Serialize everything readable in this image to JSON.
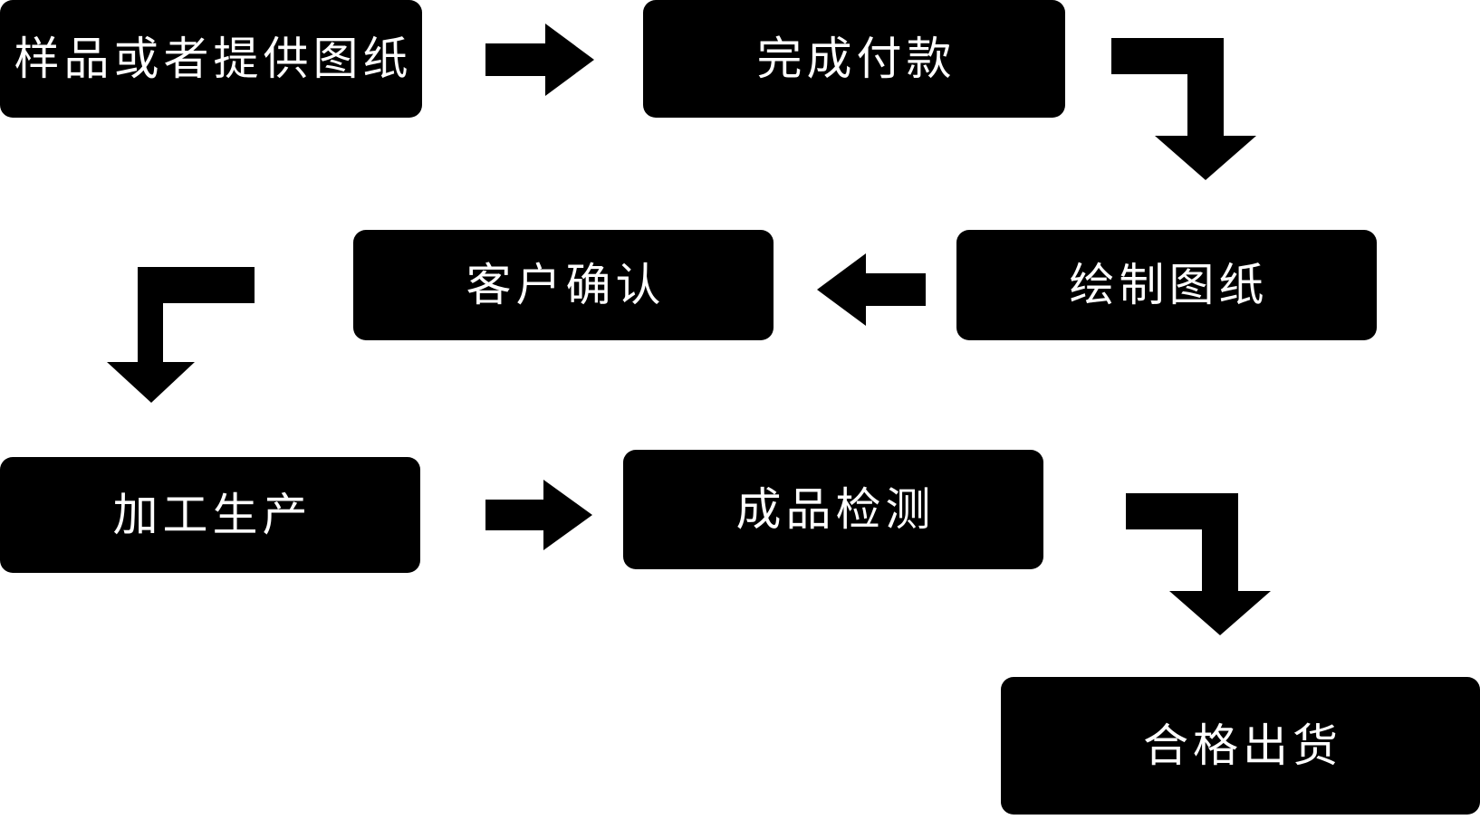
{
  "diagram": {
    "type": "flowchart",
    "title": "",
    "direction": "serpentine",
    "colors": {
      "node_background": "#000000",
      "node_text": "#ffffff",
      "arrow": "#000000",
      "canvas_background": "#ffffff"
    },
    "nodes": [
      {
        "id": "n1",
        "label": "样品或者提供图纸",
        "step": 1
      },
      {
        "id": "n2",
        "label": "完成付款",
        "step": 2
      },
      {
        "id": "n3",
        "label": "绘制图纸",
        "step": 3
      },
      {
        "id": "n4",
        "label": "客户确认",
        "step": 4
      },
      {
        "id": "n5",
        "label": "加工生产",
        "step": 5
      },
      {
        "id": "n6",
        "label": "成品检测",
        "step": 6
      },
      {
        "id": "n7",
        "label": "合格出货",
        "step": 7
      }
    ],
    "connectors": [
      {
        "id": "c1",
        "from": "n1",
        "to": "n2",
        "shape": "arrow-right"
      },
      {
        "id": "c2",
        "from": "n2",
        "to": "n3",
        "shape": "elbow-right-down"
      },
      {
        "id": "c3",
        "from": "n3",
        "to": "n4",
        "shape": "arrow-left"
      },
      {
        "id": "c4",
        "from": "n4",
        "to": "n5",
        "shape": "elbow-left-down"
      },
      {
        "id": "c5",
        "from": "n5",
        "to": "n6",
        "shape": "arrow-right"
      },
      {
        "id": "c6",
        "from": "n6",
        "to": "n7",
        "shape": "elbow-right-down"
      }
    ]
  }
}
